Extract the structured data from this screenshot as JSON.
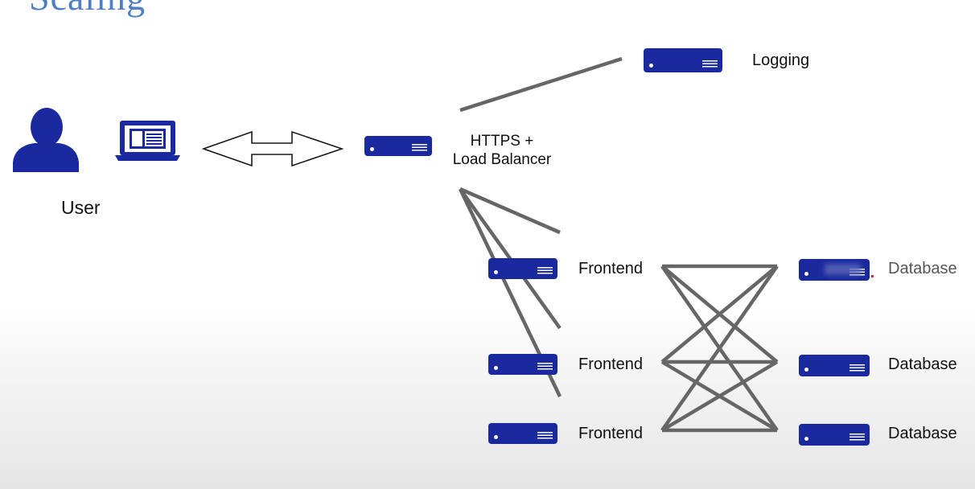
{
  "slide": {
    "title": "Scaling"
  },
  "colors": {
    "server_fill": "#1a2a9e",
    "connector_line": "#666666",
    "title_color": "#4d7fc2"
  },
  "icons": {
    "user": "person-icon",
    "laptop": "laptop-icon",
    "arrow": "double-arrow-icon",
    "server": "server-icon"
  },
  "diagram": {
    "user_label": "User",
    "load_balancer_label_line1": "HTTPS +",
    "load_balancer_label_line2": "Load Balancer",
    "logging_label": "Logging",
    "frontends": [
      "Frontend",
      "Frontend",
      "Frontend"
    ],
    "databases": [
      "Database",
      "Database",
      "Database"
    ]
  }
}
